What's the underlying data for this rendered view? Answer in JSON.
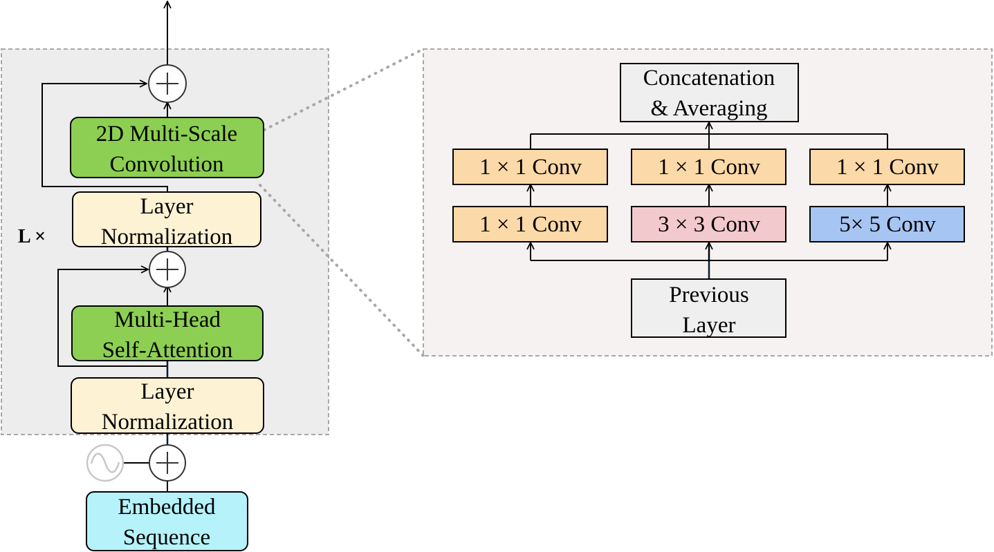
{
  "encoder": {
    "repeat_label": "L ×",
    "embedded_sequence": [
      "Embedded",
      "Sequence"
    ],
    "layer_norm_1": [
      "Layer",
      "Normalization"
    ],
    "attention": [
      "Multi-Head",
      "Self-Attention"
    ],
    "layer_norm_2": [
      "Layer",
      "Normalization"
    ],
    "conv_block": [
      "2D Multi-Scale",
      "Convolution"
    ],
    "plus_symbol": "+"
  },
  "detail": {
    "concat": [
      "Concatenation",
      "& Averaging"
    ],
    "top_row": [
      "1 × 1 Conv",
      "1 × 1 Conv",
      "1 × 1 Conv"
    ],
    "bottom_row": [
      "1 × 1 Conv",
      "3 × 3 Conv",
      "5× 5 Conv"
    ],
    "previous_layer": [
      "Previous",
      "Layer"
    ]
  },
  "colors": {
    "panel_left": "#ededed",
    "panel_right": "#f6f2f1",
    "green": "#8dcf52",
    "cream": "#fdf2d4",
    "cyan": "#b5f2fa",
    "orange": "#fcd9a8",
    "pink": "#f2c9cc",
    "blue": "#a7c5f2",
    "gray_box": "#efefef"
  }
}
